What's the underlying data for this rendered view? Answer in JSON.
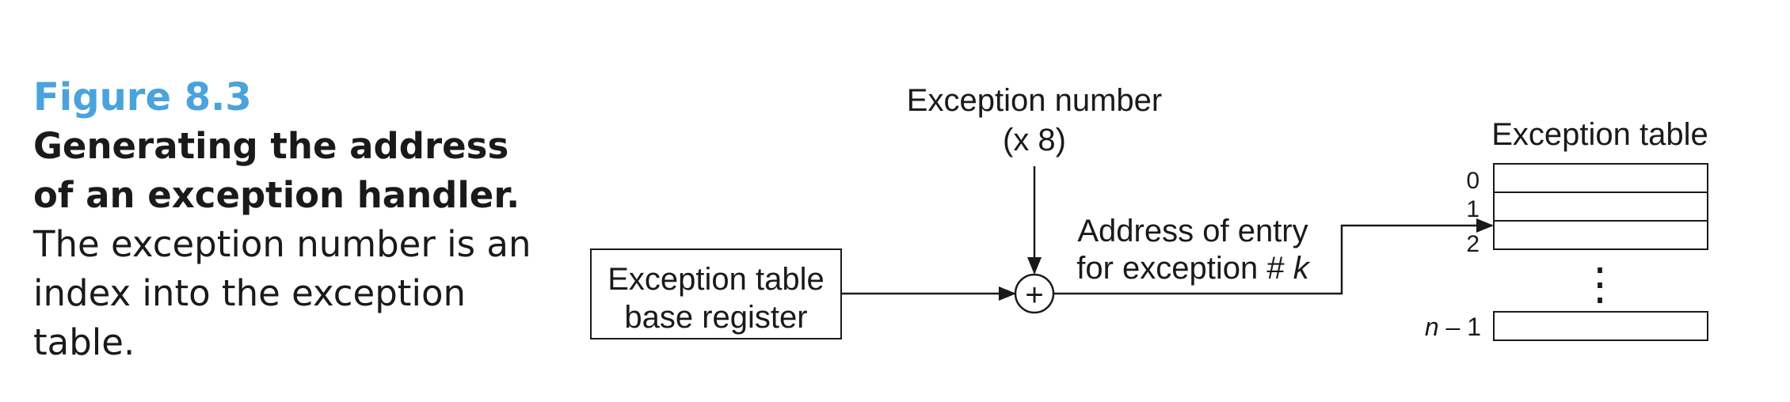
{
  "caption": {
    "figure_label": "Figure 8.3",
    "title": "Generating the address of an exception handler.",
    "description": "The exception number is an index into the exception table."
  },
  "diagram": {
    "exception_number_line1": "Exception number",
    "exception_number_line2": "(x 8)",
    "base_register_line1": "Exception table",
    "base_register_line2": "base register",
    "adder_symbol": "+",
    "address_line1": "Address of entry",
    "address_line2_prefix": "for exception # ",
    "address_line2_var": "k",
    "table_title": "Exception table",
    "row_index_0": "0",
    "row_index_1": "1",
    "row_index_2": "2",
    "row_index_last_var": "n",
    "row_index_last_suffix": " – 1",
    "ellipsis": "⋮"
  },
  "colors": {
    "figure_label": "#4aa3dc",
    "ink": "#1a1a1a"
  }
}
